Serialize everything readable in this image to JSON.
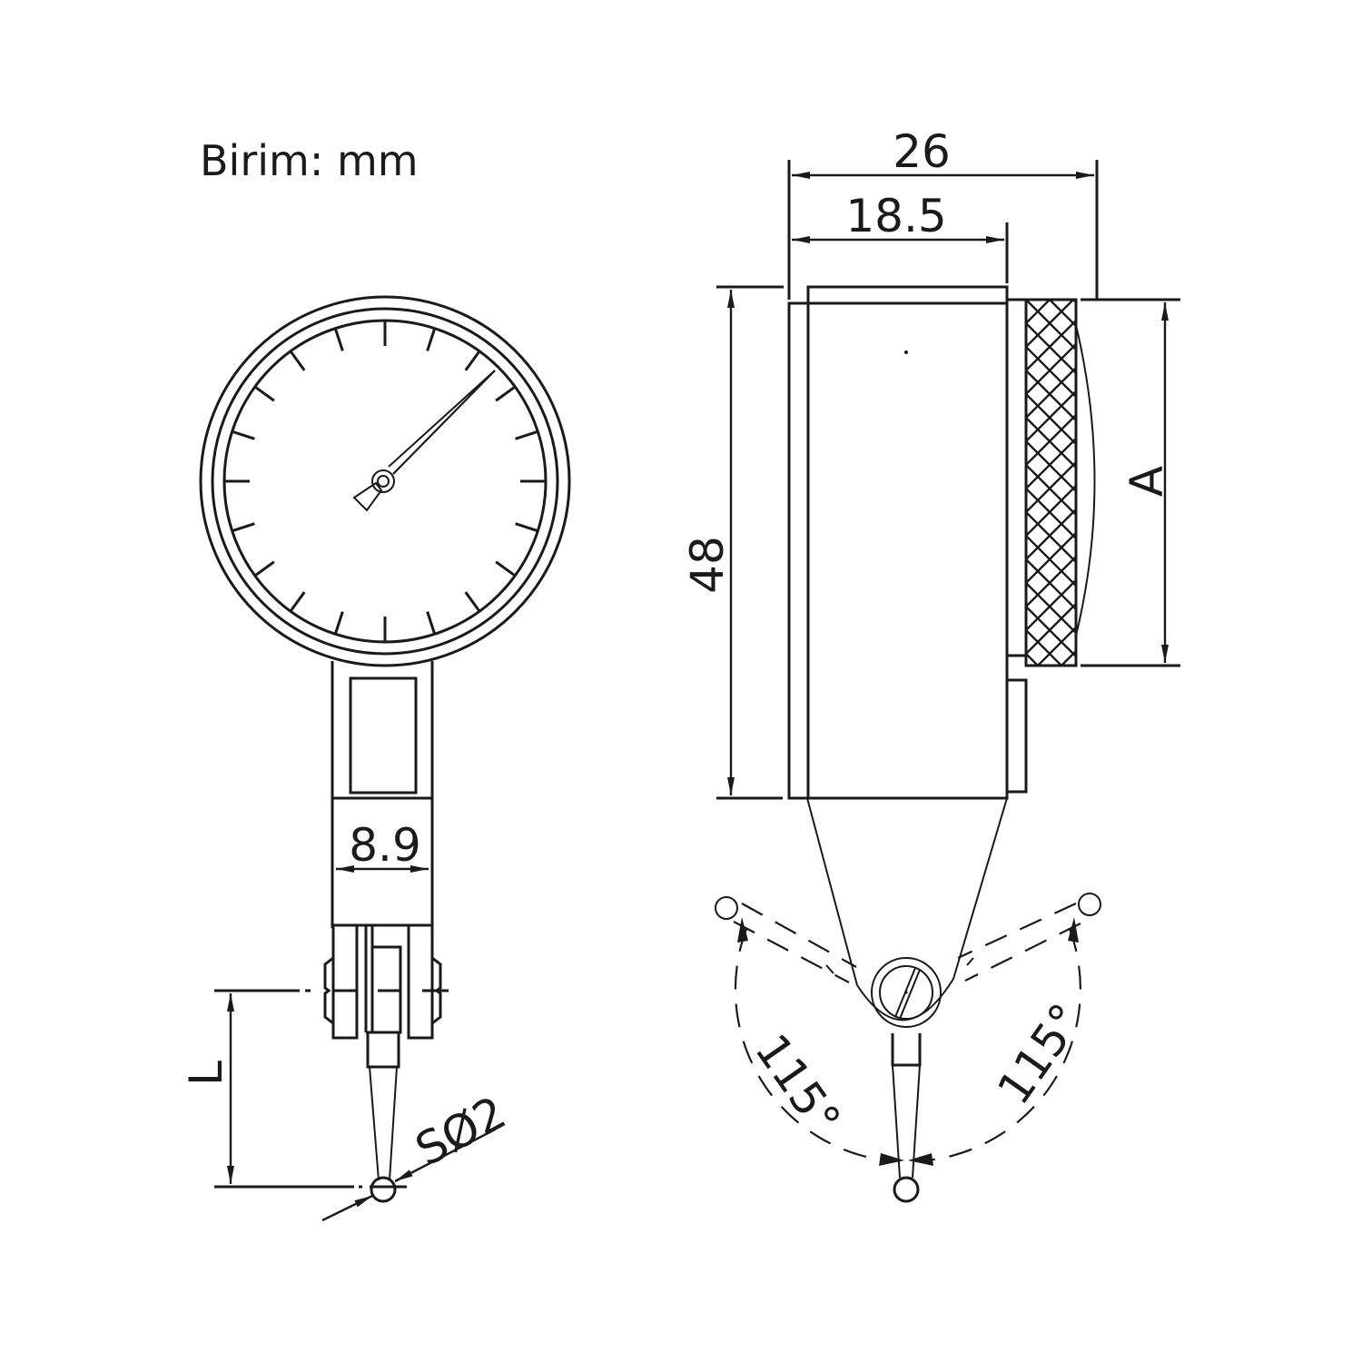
{
  "title": "Birim: mm",
  "front_view": {
    "width_label": "8.9",
    "length_label": "L",
    "ball_label": "SØ2",
    "dial_ticks": 20
  },
  "side_view": {
    "overall_width_label": "26",
    "body_width_label": "18.5",
    "height_label": "48",
    "bezel_label": "A",
    "angle_left_label": "115°",
    "angle_right_label": "115°"
  },
  "colors": {
    "line": "#1a1a1a",
    "background": "#ffffff"
  }
}
